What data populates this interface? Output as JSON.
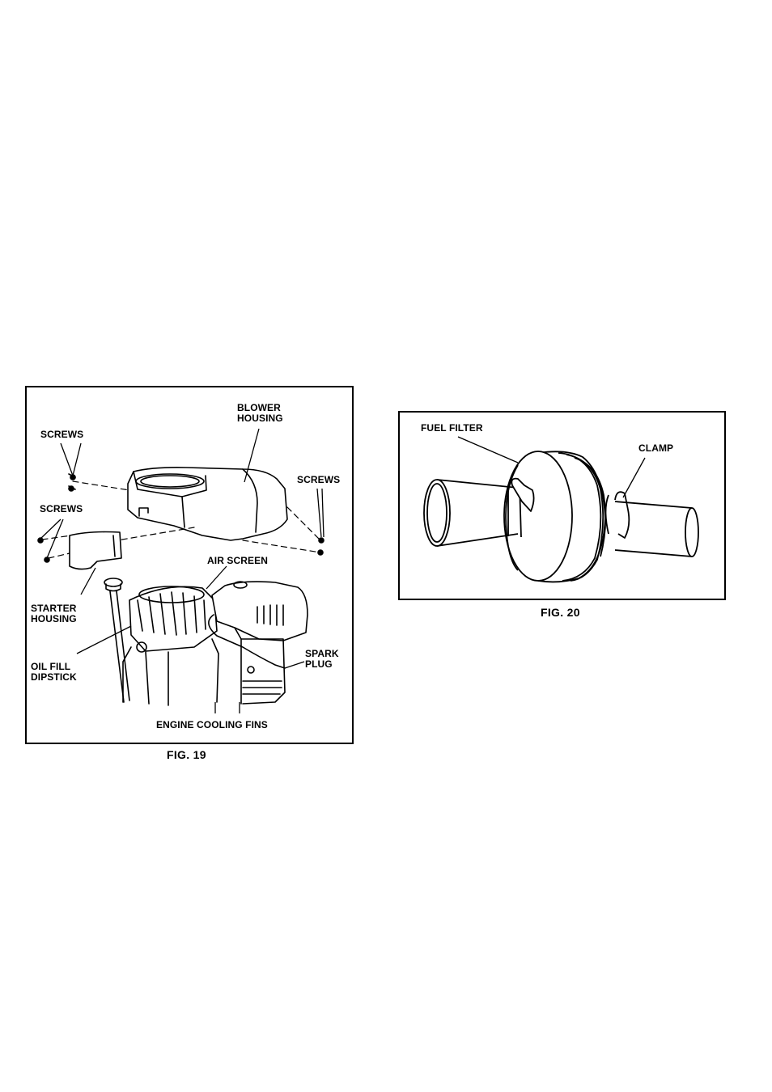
{
  "fig19": {
    "caption": "FIG. 19",
    "labels": {
      "blower_housing": "BLOWER\nHOUSING",
      "screws_top_left": "SCREWS",
      "screws_right": "SCREWS",
      "screws_mid_left": "SCREWS",
      "air_screen": "AIR SCREEN",
      "starter_housing": "STARTER\nHOUSING",
      "oil_fill_dipstick": "OIL FILL\nDIPSTICK",
      "spark_plug": "SPARK\nPLUG",
      "engine_cooling_fins": "ENGINE COOLING FINS"
    }
  },
  "fig20": {
    "caption": "FIG. 20",
    "labels": {
      "fuel_filter": "FUEL FILTER",
      "clamp": "CLAMP"
    }
  }
}
